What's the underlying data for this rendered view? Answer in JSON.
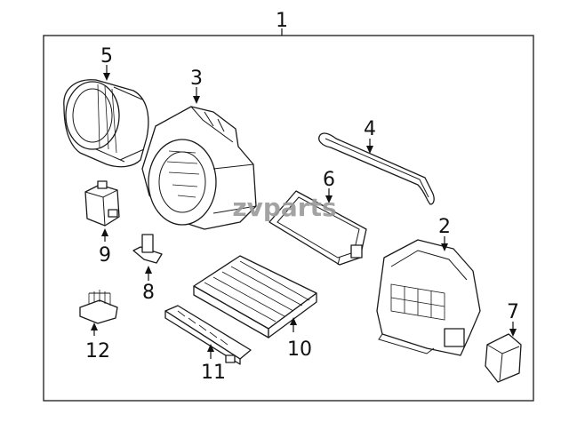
{
  "diagram": {
    "callouts": [
      "1",
      "2",
      "3",
      "4",
      "5",
      "6",
      "7",
      "8",
      "9",
      "10",
      "11",
      "12"
    ],
    "watermark": "zvparts",
    "colors": {
      "line": "#1a1a1a",
      "background": "#ffffff",
      "watermark": "#9a9a9a"
    }
  }
}
